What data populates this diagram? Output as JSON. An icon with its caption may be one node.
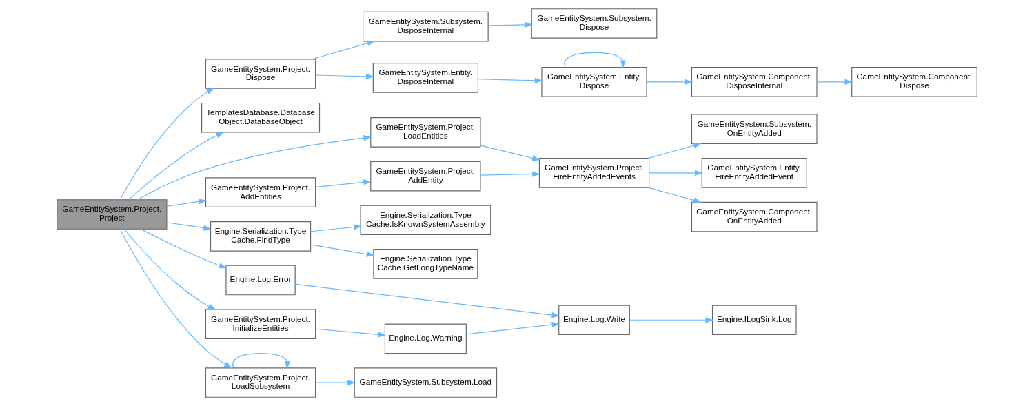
{
  "diagram": {
    "nodes": [
      {
        "text": [
          "GameEntitySystem.Project. Project"
        ]
      },
      {
        "text": [
          "GameEntitySystem.Project. Dispose"
        ]
      },
      {
        "text": [
          "TemplatesDatabase.Database Object.DatabaseObject"
        ]
      },
      {
        "text": [
          "GameEntitySystem.Project. LoadEntities"
        ]
      },
      {
        "text": [
          "GameEntitySystem.Project. AddEntities"
        ]
      },
      {
        "text": [
          "Engine.Serialization.Type Cache.FindType"
        ]
      },
      {
        "text": [
          "Engine.Log.Error"
        ]
      },
      {
        "text": [
          "GameEntitySystem.Project. InitializeEntities"
        ]
      },
      {
        "text": [
          "GameEntitySystem.Project. LoadSubsystem"
        ]
      },
      {
        "text": [
          "GameEntitySystem.Subsystem. DisposeInternal"
        ]
      },
      {
        "text": [
          "GameEntitySystem.Entity. DisposeInternal"
        ]
      },
      {
        "text": [
          "GameEntitySystem.Subsystem. Dispose"
        ]
      },
      {
        "text": [
          "GameEntitySystem.Entity. Dispose"
        ]
      },
      {
        "text": [
          "GameEntitySystem.Component. DisposeInternal"
        ]
      },
      {
        "text": [
          "GameEntitySystem.Component. Dispose"
        ]
      },
      {
        "text": [
          "GameEntitySystem.Project. AddEntity"
        ]
      },
      {
        "text": [
          "GameEntitySystem.Project. FireEntityAddedEvents"
        ]
      },
      {
        "text": [
          "GameEntitySystem.Subsystem. OnEntityAdded"
        ]
      },
      {
        "text": [
          "GameEntitySystem.Entity. FireEntityAddedEvent"
        ]
      },
      {
        "text": [
          "GameEntitySystem.Component. OnEntityAdded"
        ]
      },
      {
        "text": [
          "Engine.Serialization.Type Cache.IsKnownSystemAssembly"
        ]
      },
      {
        "text": [
          "Engine.Serialization.Type Cache.GetLongTypeName"
        ]
      },
      {
        "text": [
          "Engine.Log.Write"
        ]
      },
      {
        "text": [
          "Engine.Log.Warning"
        ]
      },
      {
        "text": [
          "Engine.ILogSink.Log"
        ]
      },
      {
        "text": [
          "GameEntitySystem.Subsystem.Load"
        ]
      }
    ],
    "edges": [
      {
        "from": 0,
        "to": 1,
        "arrow": "to"
      },
      {
        "from": 0,
        "to": 2,
        "arrow": "to"
      },
      {
        "from": 0,
        "to": 3,
        "arrow": "to"
      },
      {
        "from": 0,
        "to": 4,
        "arrow": "to"
      },
      {
        "from": 0,
        "to": 5,
        "arrow": "to"
      },
      {
        "from": 0,
        "to": 6,
        "arrow": "to"
      },
      {
        "from": 0,
        "to": 7,
        "arrow": "to"
      },
      {
        "from": 0,
        "to": 8,
        "arrow": "to"
      },
      {
        "from": 1,
        "to": 9,
        "arrow": "to"
      },
      {
        "from": 1,
        "to": 10,
        "arrow": "to"
      },
      {
        "from": 9,
        "to": 11,
        "arrow": "to"
      },
      {
        "from": 10,
        "to": 12,
        "arrow": "to"
      },
      {
        "from": 12,
        "to": 12,
        "arrow": "to"
      },
      {
        "from": 12,
        "to": 13,
        "arrow": "to"
      },
      {
        "from": 13,
        "to": 14,
        "arrow": "to"
      },
      {
        "from": 3,
        "to": 16,
        "arrow": "to"
      },
      {
        "from": 4,
        "to": 15,
        "arrow": "to"
      },
      {
        "from": 15,
        "to": 16,
        "arrow": "to"
      },
      {
        "from": 16,
        "to": 17,
        "arrow": "to"
      },
      {
        "from": 16,
        "to": 18,
        "arrow": "to"
      },
      {
        "from": 16,
        "to": 19,
        "arrow": "to"
      },
      {
        "from": 5,
        "to": 20,
        "arrow": "to"
      },
      {
        "from": 5,
        "to": 21,
        "arrow": "to"
      },
      {
        "from": 6,
        "to": 22,
        "arrow": "to"
      },
      {
        "from": 7,
        "to": 23,
        "arrow": "to"
      },
      {
        "from": 23,
        "to": 22,
        "arrow": "to"
      },
      {
        "from": 22,
        "to": 24,
        "arrow": "to"
      },
      {
        "from": 8,
        "to": 8,
        "arrow": "to"
      },
      {
        "from": 8,
        "to": 25,
        "arrow": "to"
      }
    ]
  }
}
